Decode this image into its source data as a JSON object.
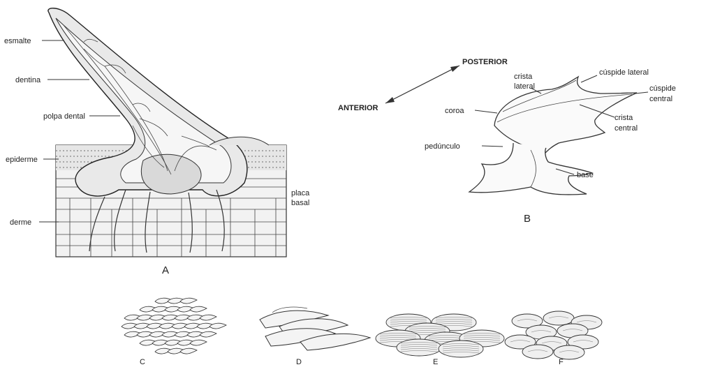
{
  "panel_a": {
    "letter": "A",
    "labels": {
      "esmalte": "esmalte",
      "dentina": "dentina",
      "polpa": "polpa dental",
      "epiderme": "epiderme",
      "derme": "derme",
      "placa_1": "placa",
      "placa_2": "basal"
    }
  },
  "panel_b": {
    "letter": "B",
    "posterior": "POSTERIOR",
    "anterior": "ANTERIOR",
    "labels": {
      "crista_lateral_1": "crista",
      "crista_lateral_2": "lateral",
      "cuspide_lateral": "cúspide lateral",
      "cuspide_central_1": "cúspide",
      "cuspide_central_2": "central",
      "coroa": "coroa",
      "crista_central_1": "crista",
      "crista_central_2": "central",
      "pedunculo": "pedúnculo",
      "base": "base"
    }
  },
  "scale_panels": [
    {
      "letter": "C"
    },
    {
      "letter": "D"
    },
    {
      "letter": "E"
    },
    {
      "letter": "F"
    }
  ]
}
